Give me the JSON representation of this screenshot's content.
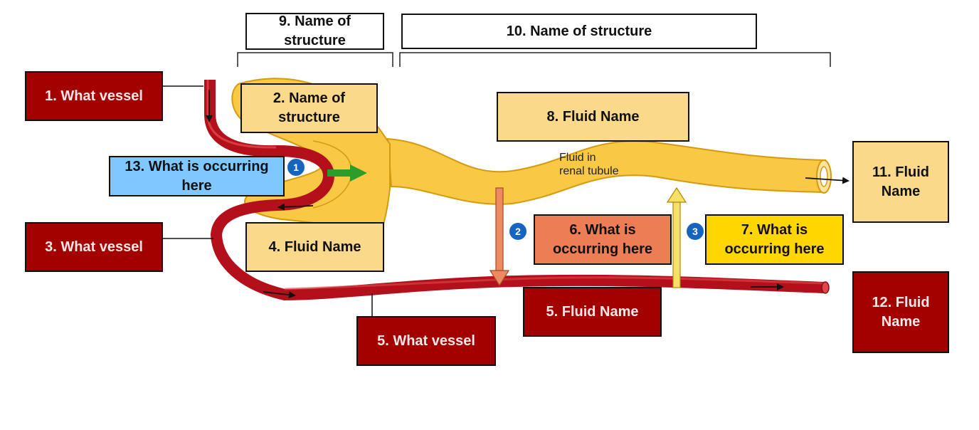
{
  "tubule_text": "Fluid in\nrenal tubule",
  "badges": [
    "1",
    "2",
    "3"
  ],
  "labels": {
    "l1": "1. What vessel",
    "l2": "2. Name of structure",
    "l3": "3. What vessel",
    "l4": "4. Fluid Name",
    "l5a": "5. Fluid Name",
    "l5b": "5. What vessel",
    "l6": "6. What is occurring here",
    "l7": "7. What is occurring here",
    "l8": "8. Fluid Name",
    "l9": "9. Name of structure",
    "l10": "10. Name of structure",
    "l11": "11. Fluid Name",
    "l12": "12. Fluid Name",
    "l13": "13. What is occurring here"
  },
  "colors": {
    "vessel": "#b3101c",
    "vessel_highlight": "#e04848",
    "tubule": "#f9c844",
    "tubule_edge": "#d49a10",
    "filtration_arrow": "#2a9d2a",
    "reabsorption_arrow": "#f6e06a",
    "secretion_arrow": "#ee8a62"
  }
}
